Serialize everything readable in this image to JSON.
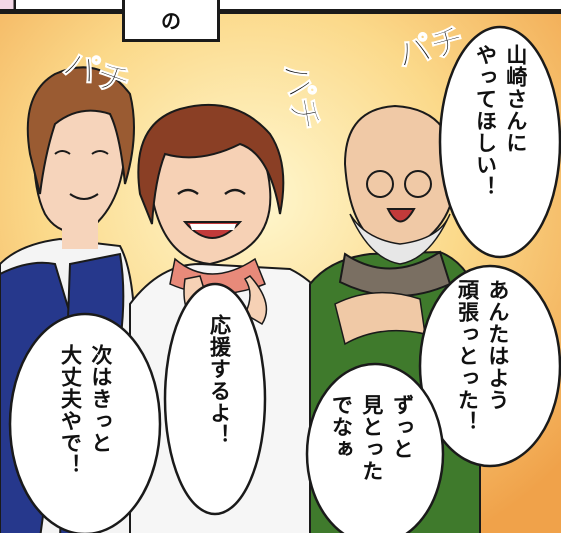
{
  "caption": {
    "text": "の"
  },
  "sfx": {
    "clap1": "パチ",
    "clap2": "パチ",
    "clap3": "パチ"
  },
  "speech": {
    "bubble1": "山崎さんに\nやってほしい！",
    "bubble2": "あんたはよう\n頑張っとった！",
    "bubble3": "ずっと\n見とった\nでなぁ",
    "bubble4": "応援するよ！",
    "bubble5": "次はきっと\n大丈夫やで！"
  },
  "colors": {
    "bg_center": "#fff6c8",
    "bg_edge": "#f2a94a",
    "outline": "#1a1a1a"
  }
}
